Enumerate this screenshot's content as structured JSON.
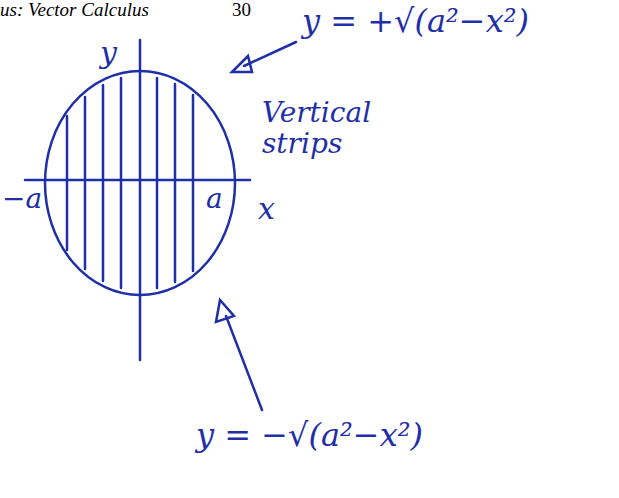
{
  "diagram": {
    "labels": [
      "us: Vector Calculus",
      "30",
      "y",
      "y = +√(a²−x²)",
      "Vertical strips",
      "−a",
      "a",
      "x",
      "y = −√(a²−x²)"
    ]
  }
}
